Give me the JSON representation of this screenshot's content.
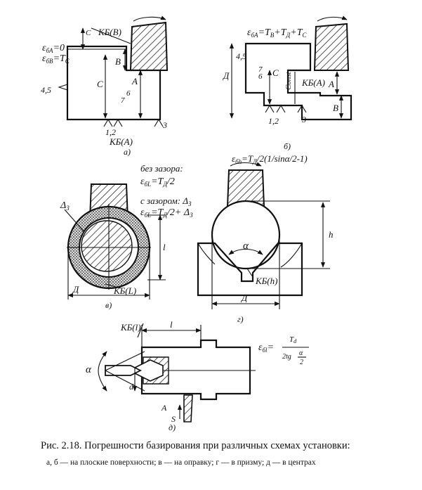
{
  "caption": {
    "title": "Рис. 2.18. Погрешности базирования при различных схемах установки:",
    "subtitle": "а, б — на плоские поверхности; в — на оправку; г — в призму; д — в центрах"
  },
  "panel_a": {
    "eps_A": "ε",
    "eps_A_sub": "бА",
    "eps_A_val": "=0",
    "eps_B": "ε",
    "eps_B_sub": "бВ",
    "eps_B_val": "=T",
    "eps_B_valsub": "C",
    "kb_top": "КБ(В)",
    "kb_bottom": "КБ(А)",
    "dim_C_top": "C",
    "dim_B": "B",
    "dim_C": "C",
    "dim_A": "A",
    "roughness": "4,5",
    "rough_6": "6",
    "rough_7": "7",
    "num_12": "1,2",
    "num_3": "3",
    "panel_label": "а)"
  },
  "panel_b": {
    "formula": "ε",
    "formula_sub": "бА",
    "formula_rest": "=T",
    "formula_parts": [
      "B",
      "+T",
      "Д",
      "+T",
      "C"
    ],
    "dim_D": "Д",
    "roughness": "4,5",
    "rough_6": "6",
    "rough_7": "7",
    "dim_C": "C",
    "const": "Const",
    "kb": "КБ(А)",
    "dim_A": "A",
    "dim_B": "B",
    "num_12": "1,2",
    "num_3": "3",
    "panel_label": "б)"
  },
  "panel_v": {
    "no_gap": "без зазора:",
    "no_gap_f": "ε",
    "no_gap_sub": "бL",
    "no_gap_rest": "=T",
    "no_gap_rest_sub": "Д",
    "no_gap_tail": "/2",
    "gap": "с зазором: Δ",
    "gap_sub": "З",
    "gap_f": "ε",
    "gap_f_sub": "бL",
    "gap_f_rest": "=T",
    "gap_f_rest_sub": "Д",
    "gap_f_tail": "/2+ Δ",
    "gap_f_tail_sub": "З",
    "delta": "Δ",
    "delta_sub": "З",
    "dim_l": "l",
    "dim_D": "Д",
    "kb": "КБ(L)",
    "panel_label": "в)"
  },
  "panel_g": {
    "formula": "ε",
    "formula_sub": "бh",
    "formula_rest": "=T",
    "formula_rest_sub": "Д",
    "formula_tail": "/2(1/sinα/2-1)",
    "alpha": "α",
    "dim_h": "h",
    "dim_D": "Д",
    "kb": "КБ(h)",
    "panel_label": "г)"
  },
  "panel_d": {
    "kb": "КБ(l)",
    "dim_l": "l",
    "formula": "ε",
    "formula_sub": "бl",
    "formula_eq": "=",
    "num": "T",
    "num_sub": "d",
    "den": "2tg",
    "den_frac_num": "α",
    "den_frac_den": "2",
    "alpha": "α",
    "dim_d": "d",
    "dim_A": "A",
    "dim_S": "S",
    "panel_label": "д)"
  }
}
